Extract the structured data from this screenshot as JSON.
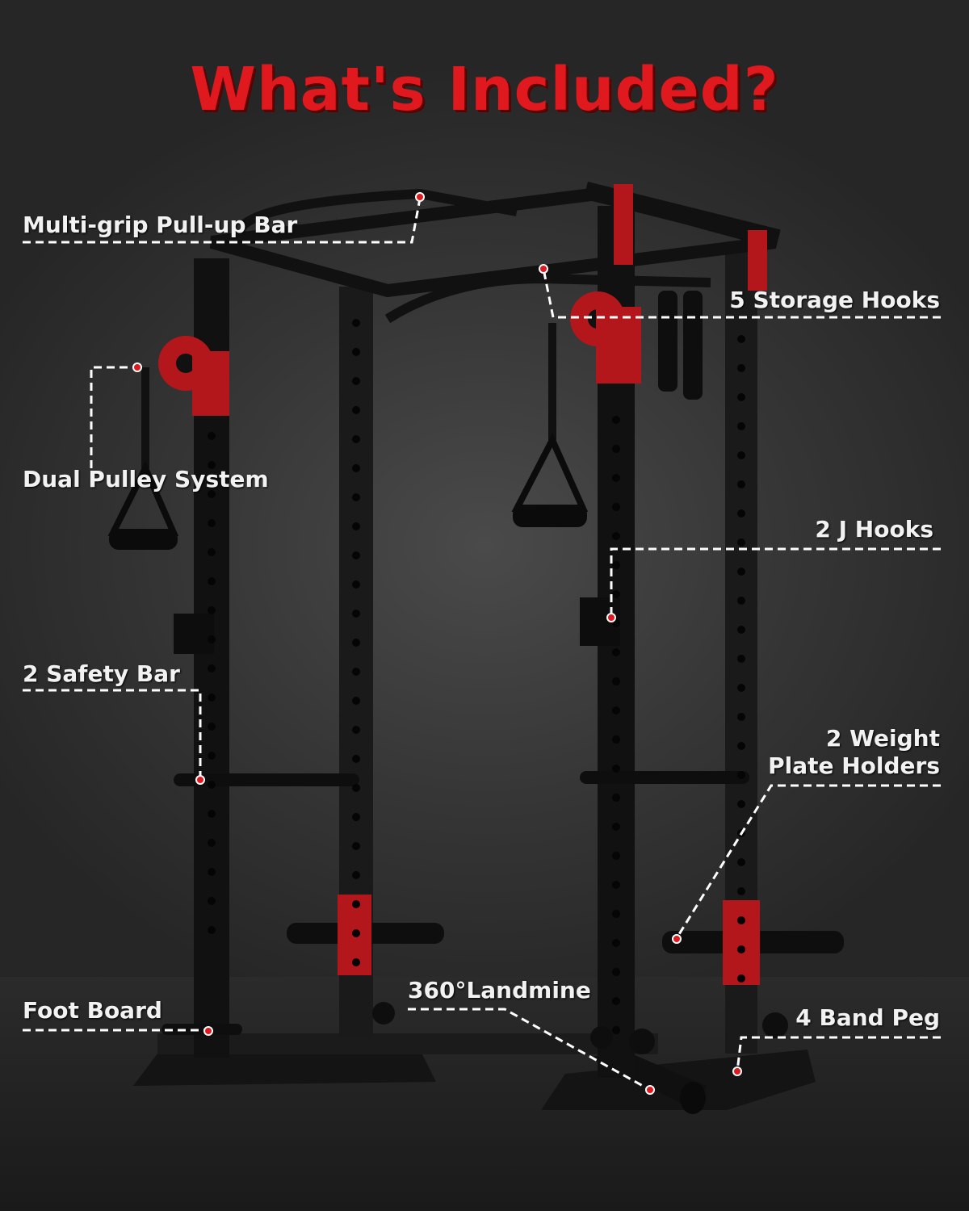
{
  "title": "What's Included?",
  "colors": {
    "title_red": "#e0191f",
    "accent_red": "#c0181c",
    "frame_black": "#141414",
    "callout_white": "#ffffff"
  },
  "callouts": {
    "pullup_bar": "Multi-grip Pull-up Bar",
    "storage_hooks": "5 Storage Hooks",
    "dual_pulley": "Dual Pulley System",
    "j_hooks": "2 J Hooks",
    "safety_bar": "2 Safety Bar",
    "plate_holders_line1": "2 Weight",
    "plate_holders_line2": "Plate Holders",
    "foot_board": "Foot Board",
    "landmine": "360°Landmine",
    "band_peg": "4 Band Peg"
  }
}
